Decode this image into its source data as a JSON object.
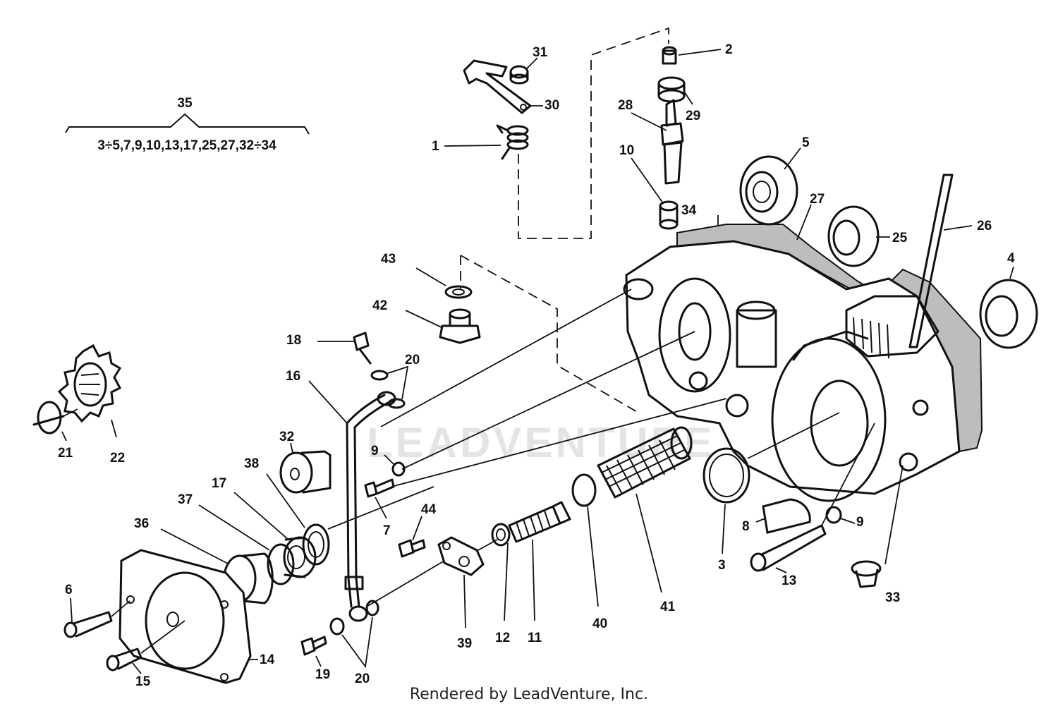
{
  "kit": {
    "number": "35",
    "contents": "3÷5,7,9,10,13,17,25,27,32÷34"
  },
  "watermark": "LEADVENTURE",
  "footer": "Rendered by LeadVenture, Inc.",
  "callouts": {
    "c1": "1",
    "c2": "2",
    "c3": "3",
    "c4": "4",
    "c5": "5",
    "c6": "6",
    "c7": "7",
    "c8": "8",
    "c9a": "9",
    "c9b": "9",
    "c10": "10",
    "c11": "11",
    "c12": "12",
    "c13": "13",
    "c14": "14",
    "c15": "15",
    "c16": "16",
    "c17": "17",
    "c18": "18",
    "c19": "19",
    "c20a": "20",
    "c20b": "20",
    "c21": "21",
    "c22": "22",
    "c25": "25",
    "c26": "26",
    "c27": "27",
    "c28": "28",
    "c29": "29",
    "c30": "30",
    "c31": "31",
    "c32": "32",
    "c33": "33",
    "c34": "34",
    "c36": "36",
    "c37": "37",
    "c38": "38",
    "c39": "39",
    "c40": "40",
    "c41": "41",
    "c42": "42",
    "c43": "43",
    "c44": "44"
  }
}
